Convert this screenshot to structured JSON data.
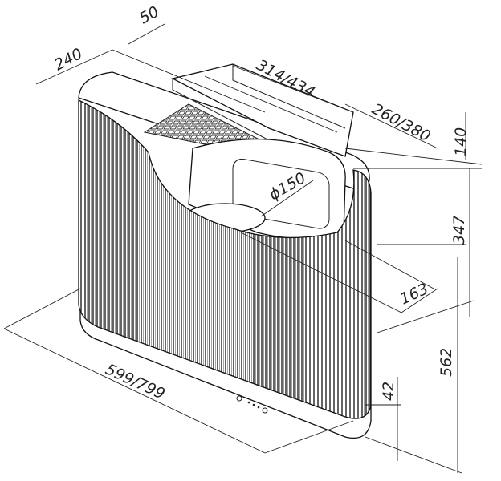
{
  "dimensions": {
    "offset_top": "50",
    "depth": "240",
    "chimney_width": "314/434",
    "chimney_depth": "260/380",
    "chimney_height": "140",
    "outlet_diameter": "ϕ150",
    "body_height": "347",
    "outlet_offset": "163",
    "total_height": "562",
    "width": "599/799",
    "base_height": "42"
  }
}
